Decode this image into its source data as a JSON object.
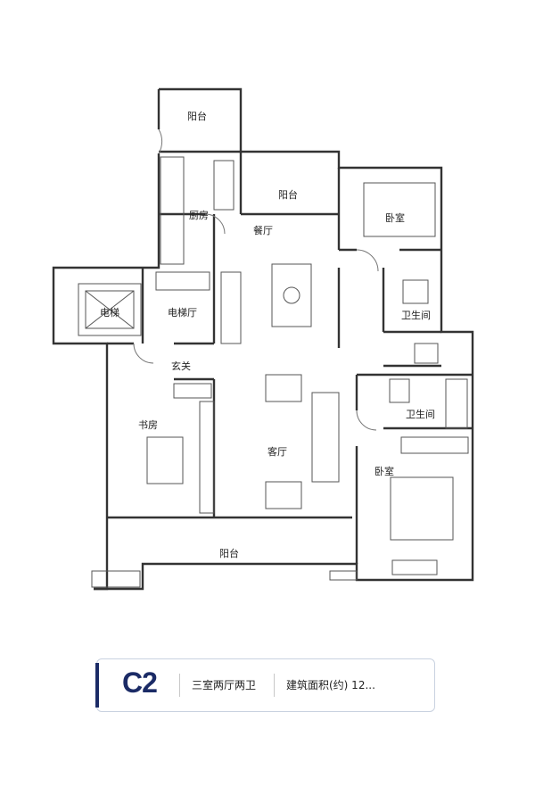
{
  "rooms": {
    "balcony_top": "阳台",
    "balcony_mid": "阳台",
    "balcony_bottom": "阳台",
    "kitchen": "厨房",
    "dining": "餐厅",
    "bedroom_top": "卧室",
    "bedroom_bottom": "卧室",
    "bathroom_top": "卫生间",
    "bathroom_bottom": "卫生间",
    "elevator": "电梯",
    "elevator_hall": "电梯厅",
    "entrance": "玄关",
    "study": "书房",
    "living": "客厅"
  },
  "info_bar": {
    "code": "C2",
    "layout": "三室两厅两卫",
    "area": "建筑面积(约) 12..."
  },
  "colors": {
    "wall": "#333333",
    "accent": "#1b2b66",
    "border": "#c9d2e0"
  }
}
